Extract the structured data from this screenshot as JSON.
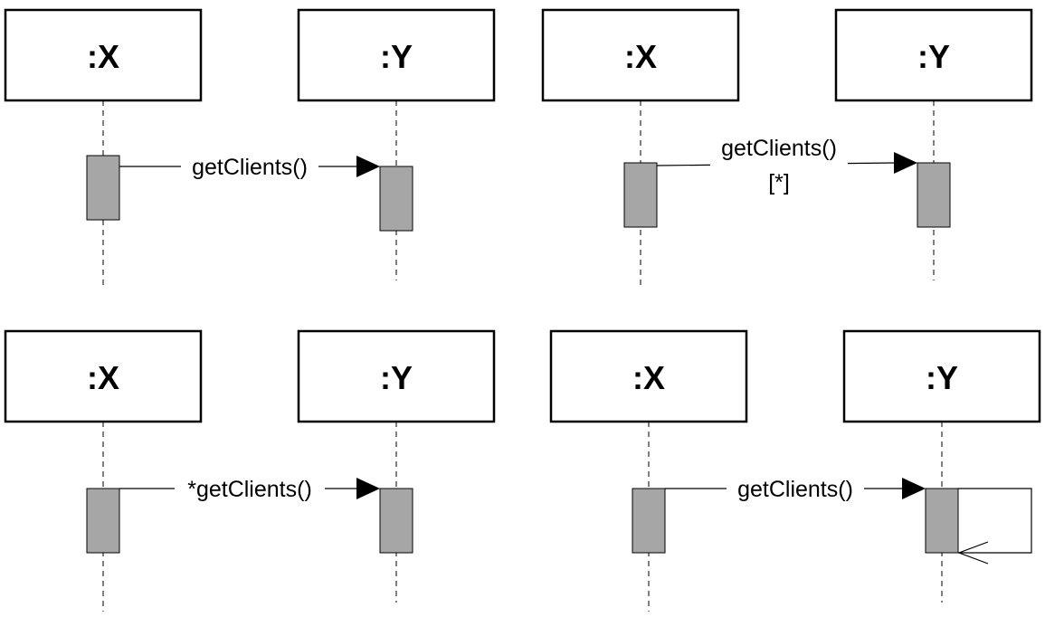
{
  "panels": [
    {
      "id": "top-left",
      "object_x": ":X",
      "object_y": ":Y",
      "message": "getClients()"
    },
    {
      "id": "top-right",
      "object_x": ":X",
      "object_y": ":Y",
      "message": "getClients()",
      "guard": "[*]"
    },
    {
      "id": "bottom-left",
      "object_x": ":X",
      "object_y": ":Y",
      "message": "*getClients()"
    },
    {
      "id": "bottom-right",
      "object_x": ":X",
      "object_y": ":Y",
      "message": "getClients()",
      "has_self_return": true
    }
  ]
}
